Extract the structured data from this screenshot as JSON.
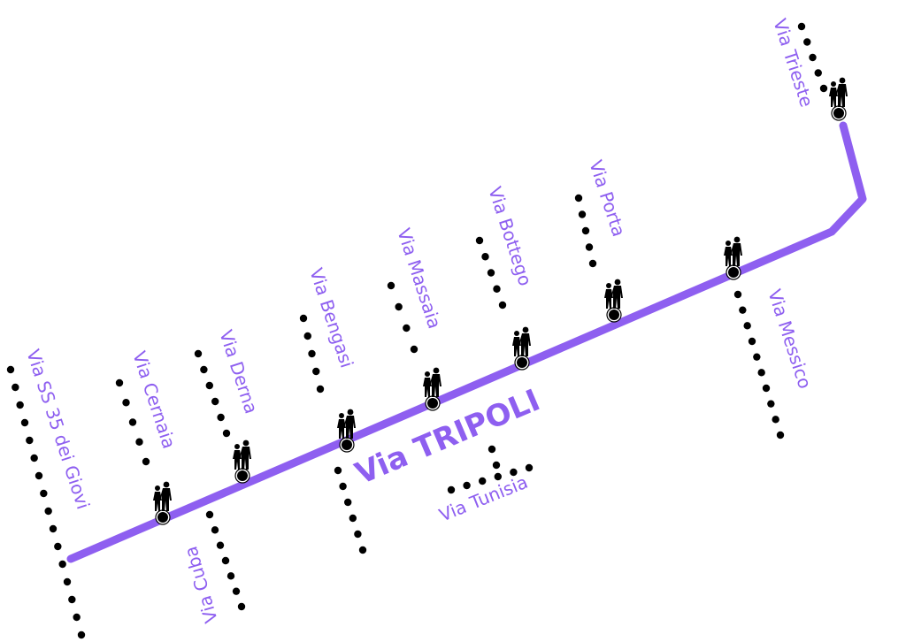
{
  "colors": {
    "route": "#8e5ff0",
    "dots": "#000000",
    "background": "#ffffff"
  },
  "main_street": "Via TRIPOLI",
  "streets": {
    "ss35": "Via SS 35 dei Giovi",
    "cernaia": "Via Cernaia",
    "derna": "Via Derna",
    "cuba": "Via Cuba",
    "bengasi": "Via Bengasi",
    "massaia": "Via Massaia",
    "bottego": "Via Bottego",
    "tunisia": "Via Tunisia",
    "porta": "Via Porta",
    "messico": "Via Messico",
    "trieste": "Via Trieste"
  },
  "icons": {
    "crossing": "pedestrian-crossing-icon"
  },
  "crossing_count": 8
}
